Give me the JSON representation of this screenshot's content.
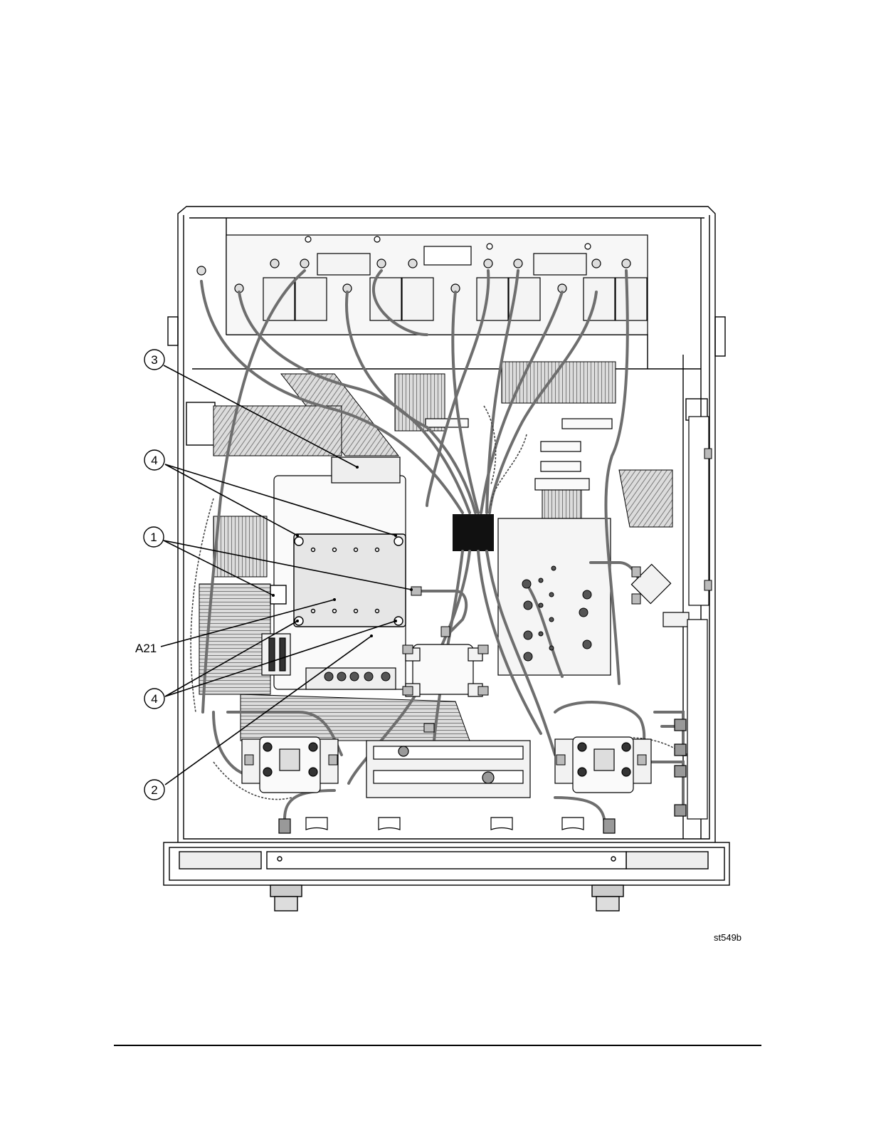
{
  "figure": {
    "callouts": {
      "c1": "1",
      "c2": "2",
      "c3": "3",
      "c4a": "4",
      "c4b": "4"
    },
    "assembly_label": "A21",
    "figure_id": "st549b"
  },
  "colors": {
    "line": "#000000",
    "cable": "#8a8a8a",
    "ribbon": "#b5b5b5",
    "panel": "#f2f2f2",
    "dark_block": "#111111"
  }
}
